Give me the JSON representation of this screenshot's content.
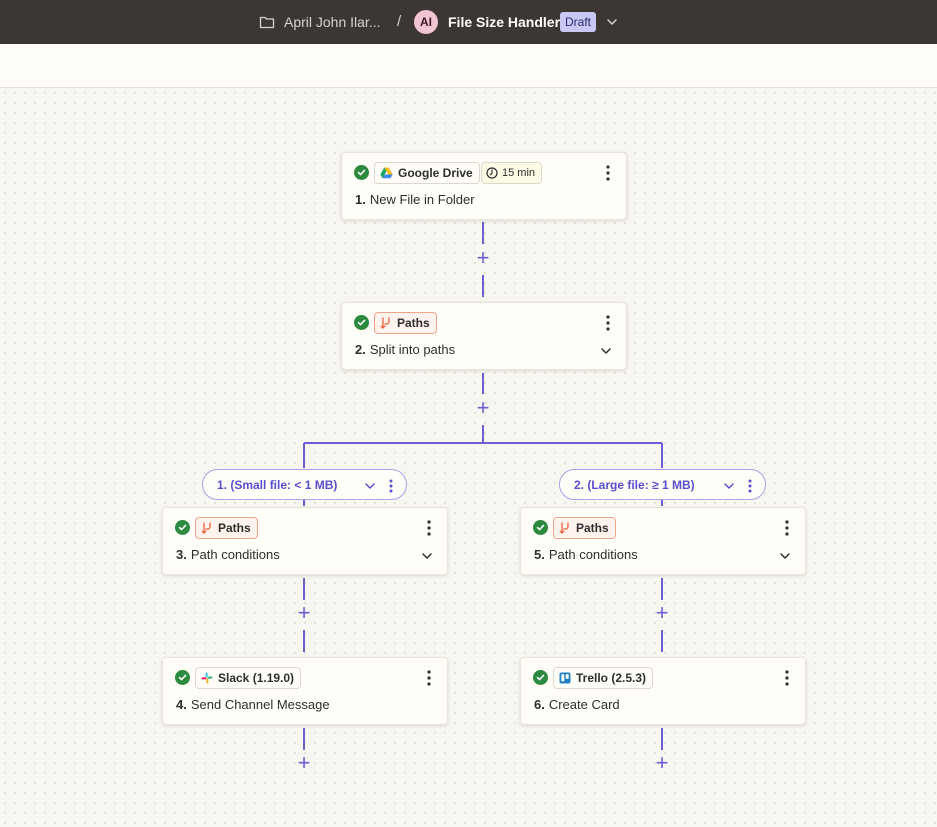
{
  "header": {
    "folder_name": "April John Ilar...",
    "separator": "/",
    "avatar_initials": "AI",
    "zap_title": "File Size Handler",
    "status_badge": "Draft"
  },
  "steps": [
    {
      "number": "1.",
      "title": "New File in Folder",
      "app": "Google Drive",
      "app_icon": "google-drive-icon",
      "badge": "15 min",
      "status": "complete"
    },
    {
      "number": "2.",
      "title": "Split into paths",
      "app": "Paths",
      "app_icon": "paths-icon",
      "status": "complete",
      "expandable": true
    },
    {
      "number": "3.",
      "title": "Path conditions",
      "app": "Paths",
      "app_icon": "paths-icon",
      "status": "complete",
      "expandable": true
    },
    {
      "number": "4.",
      "title": "Send Channel Message",
      "app": "Slack (1.19.0)",
      "app_icon": "slack-icon",
      "status": "complete"
    },
    {
      "number": "5.",
      "title": "Path conditions",
      "app": "Paths",
      "app_icon": "paths-icon",
      "status": "complete",
      "expandable": true
    },
    {
      "number": "6.",
      "title": "Create Card",
      "app": "Trello (2.5.3)",
      "app_icon": "trello-icon",
      "status": "complete"
    }
  ],
  "paths": [
    {
      "label": "1. (Small file: < 1 MB)"
    },
    {
      "label": "2. (Large file: ≥ 1 MB)"
    }
  ],
  "add_step_label": "+",
  "colors": {
    "topbar": "#3d3734",
    "accent": "#6a5fd6",
    "success": "#2c8a3e",
    "paths_orange": "#e8613c",
    "draft_badge": "#c9c8f5"
  }
}
